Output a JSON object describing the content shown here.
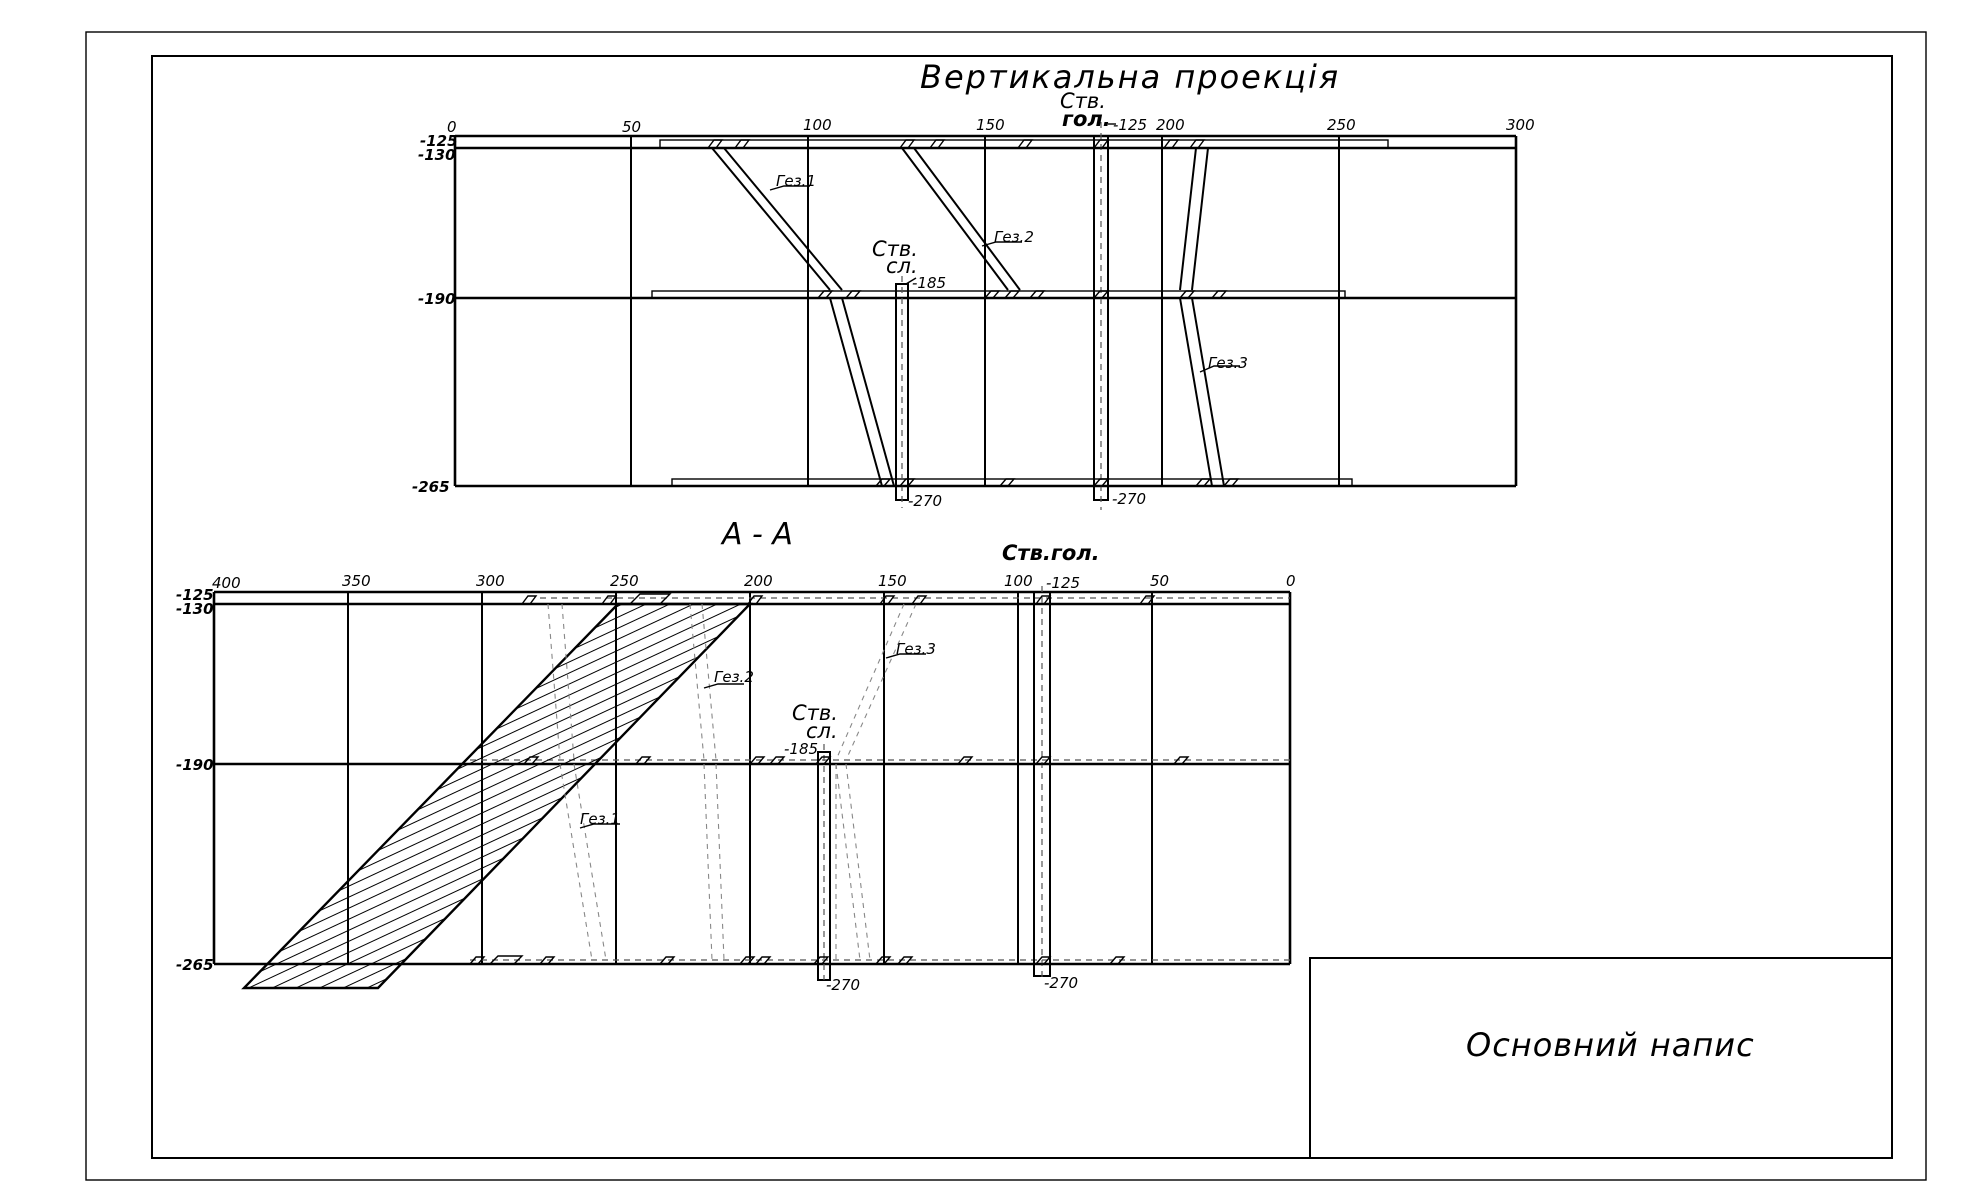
{
  "title": "Вертикальна проекція",
  "section_title": "А - А",
  "title_block": "Основний    напис",
  "top_view": {
    "x_ticks": [
      "0",
      "50",
      "100",
      "150",
      "200",
      "250",
      "300"
    ],
    "levels": [
      "-125",
      "-130",
      "-190",
      "-265"
    ],
    "main_shaft": {
      "label_line1": "Ств.",
      "label_line2": "гол.",
      "top": "-125",
      "bottom": "-270"
    },
    "aux_shaft": {
      "label_line1": "Ств.",
      "label_line2": "сл.",
      "top": "-185",
      "bottom": "-270"
    },
    "raises": [
      "Гез.1",
      "Гез.2",
      "Гез.3"
    ]
  },
  "section_view": {
    "x_ticks": [
      "400",
      "350",
      "300",
      "250",
      "200",
      "150",
      "100",
      "50",
      "0"
    ],
    "levels": [
      "-125",
      "-130",
      "-190",
      "-265"
    ],
    "main_shaft": {
      "label": "Ств.гол.",
      "top": "-125",
      "bottom": "-270"
    },
    "aux_shaft": {
      "label_line1": "Ств.",
      "label_line2": "сл.",
      "top": "-185",
      "bottom": "-270"
    },
    "raises": [
      "Гез.1",
      "Гез.2",
      "Гез.3"
    ]
  }
}
